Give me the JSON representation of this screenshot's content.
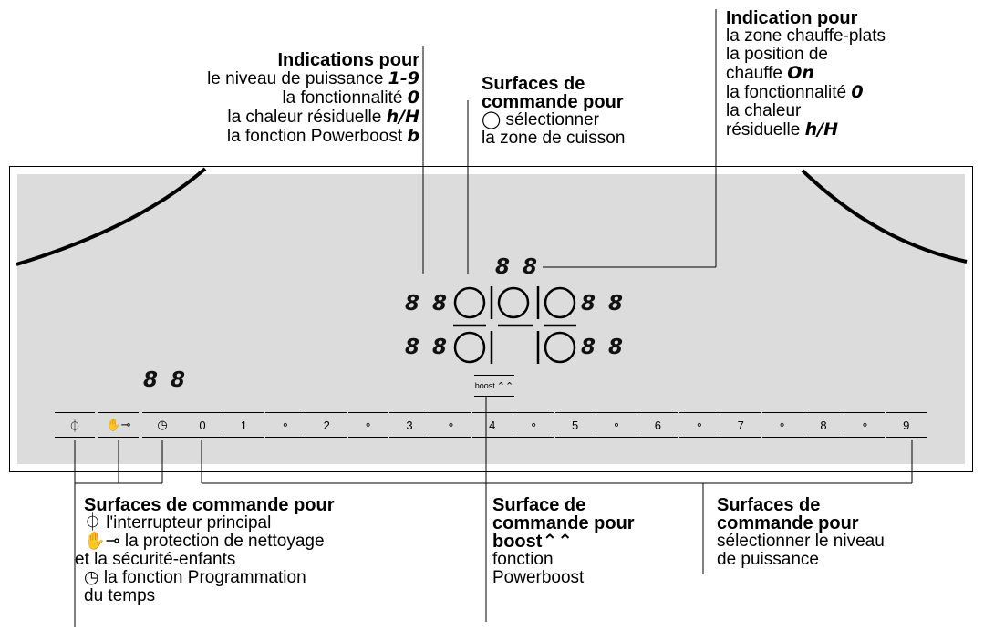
{
  "labels": {
    "top_left": {
      "title": "Indications pour",
      "line1": "le niveau de puissance",
      "line1_glyph": "1-9",
      "line2": "la fonctionnalité",
      "line2_glyph": "0",
      "line3": "la chaleur résiduelle",
      "line3_glyph": "h/H",
      "line4": "la fonction Powerboost",
      "line4_glyph": "b"
    },
    "top_middle": {
      "title1": "Surfaces de",
      "title2": "commande pour",
      "line1": "sélectionner",
      "line2": "la zone de cuisson"
    },
    "top_right": {
      "title": "Indication pour",
      "line1": "la zone chauffe-plats",
      "line2": "la position de",
      "line3": "chauffe",
      "line3_glyph": "On",
      "line4": "la fonctionnalité",
      "line4_glyph": "0",
      "line5": "la chaleur",
      "line6": "résiduelle",
      "line6_glyph": "h/H"
    },
    "bottom_left": {
      "title": "Surfaces de commande pour",
      "line1": "l'interrupteur principal",
      "line2": "la protection de nettoyage",
      "line3": "et la sécurité-enfants",
      "line4": "la fonction Programmation",
      "line5": "du temps"
    },
    "bottom_middle": {
      "title1": "Surface de",
      "title2": "commande pour",
      "title3": "boost",
      "title3_glyph": "⌃⌃",
      "line1": "fonction",
      "line2": "Powerboost"
    },
    "bottom_right": {
      "title1": "Surfaces de",
      "title2": "commande pour",
      "line1": "sélectionner le niveau",
      "line2": "de puissance"
    }
  },
  "panel": {
    "displays": {
      "timer": "8 8",
      "top_center": "8 8",
      "left_upper": "8 8",
      "left_lower": "8 8",
      "right_upper": "8 8",
      "right_lower": "8 8"
    },
    "boost_key": "boost",
    "boost_glyph": "⌃⌃",
    "function_keys": [
      {
        "name": "main-switch-key",
        "label": "⏀"
      },
      {
        "name": "lock-key",
        "label": "✋⊸"
      },
      {
        "name": "timer-key",
        "label": "◷"
      }
    ],
    "power_keys": [
      "0",
      "1",
      "∘",
      "2",
      "∘",
      "3",
      "∘",
      "4",
      "∘",
      "5",
      "∘",
      "6",
      "∘",
      "7",
      "∘",
      "8",
      "∘",
      "9"
    ]
  },
  "colors": {
    "panel_fill": "#dcdcdc",
    "line": "#000000"
  }
}
